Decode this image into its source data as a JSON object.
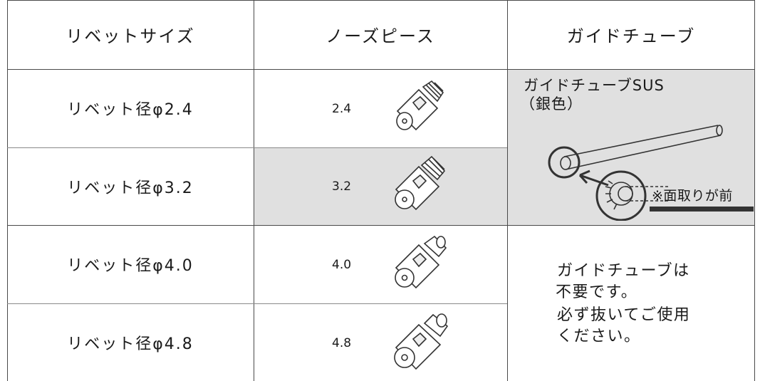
{
  "headers": {
    "rivet_size": "リベットサイズ",
    "nose_piece": "ノーズピース",
    "guide_tube": "ガイドチューブ"
  },
  "rows": [
    {
      "rivet": "リベット径φ2.4",
      "nose": "2.4"
    },
    {
      "rivet": "リベット径φ3.2",
      "nose": "3.2"
    },
    {
      "rivet": "リベット径φ4.0",
      "nose": "4.0"
    },
    {
      "rivet": "リベット径φ4.8",
      "nose": "4.8"
    }
  ],
  "guide_tube_sus": {
    "line1": "ガイドチューブSUS",
    "line2": "（銀色）",
    "chamfer_note": "※面取りが前"
  },
  "guide_tube_note": {
    "line1": "ガイドチューブは",
    "line2": "不要です。",
    "line3": "必ず抜いてご使用",
    "line4": "ください。"
  },
  "colors": {
    "shaded_cell": "#e0e0e0",
    "grid_line": "#4a4a4a"
  }
}
